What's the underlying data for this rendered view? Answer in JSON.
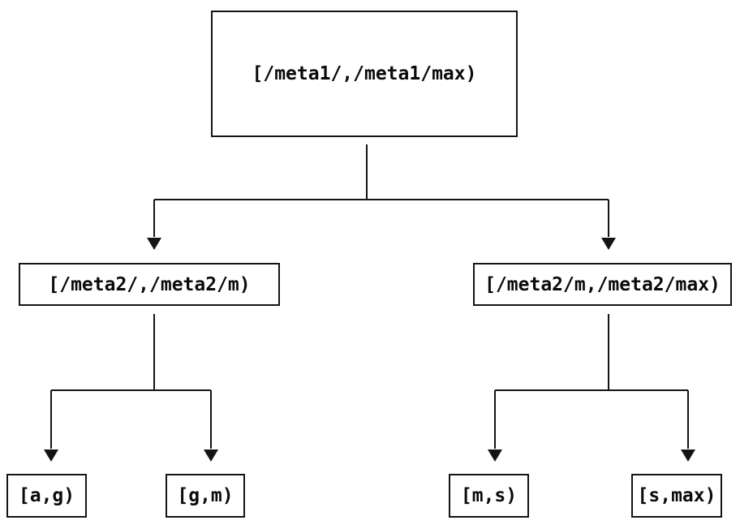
{
  "diagram": {
    "colors": {
      "line": "#141414",
      "box_border": "#141414",
      "text": "#0a0a0a",
      "background": "#ffffff"
    },
    "root": {
      "label": "[/meta1/,/meta1/max)"
    },
    "level2": [
      {
        "label": "[/meta2/,/meta2/m)"
      },
      {
        "label": "[/meta2/m,/meta2/max)"
      }
    ],
    "leaves": [
      {
        "label": "[a,g)"
      },
      {
        "label": "[g,m)"
      },
      {
        "label": "[m,s)"
      },
      {
        "label": "[s,max)"
      }
    ]
  }
}
